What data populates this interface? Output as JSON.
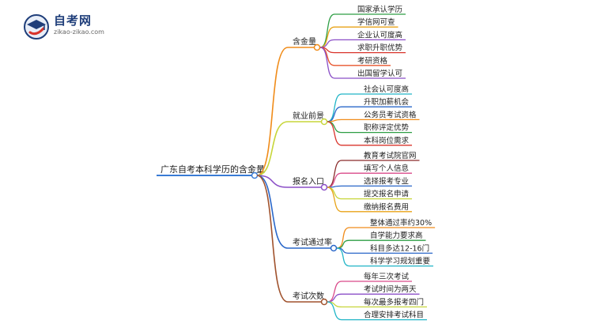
{
  "logo": {
    "title": "自考网",
    "url": "zikao-zikao.com"
  },
  "mindmap": {
    "root": "广东自考本科学历的含金量",
    "branches": [
      {
        "label": "含金量",
        "color": "#f08c1a",
        "children": [
          {
            "label": "国家承认学历",
            "color": "#2e9e44"
          },
          {
            "label": "学信网可查",
            "color": "#e8a317"
          },
          {
            "label": "企业认可度高",
            "color": "#8b4fc7"
          },
          {
            "label": "求职升职优势",
            "color": "#d9342b"
          },
          {
            "label": "考研资格",
            "color": "#e8542c"
          },
          {
            "label": "出国留学认可",
            "color": "#8b4fc7"
          }
        ]
      },
      {
        "label": "就业前景",
        "color": "#c7d63a",
        "children": [
          {
            "label": "社会认可度高",
            "color": "#21b5c7"
          },
          {
            "label": "升职加薪机会",
            "color": "#2a67c9"
          },
          {
            "label": "公务员考试资格",
            "color": "#f08c1a"
          },
          {
            "label": "职称评定优势",
            "color": "#2e9e44"
          },
          {
            "label": "本科岗位需求",
            "color": "#d9342b"
          }
        ]
      },
      {
        "label": "报名入口",
        "color": "#8b4fc7",
        "children": [
          {
            "label": "教育考试院官网",
            "color": "#8a2b2b"
          },
          {
            "label": "填写个人信息",
            "color": "#d94a8a"
          },
          {
            "label": "选择报考专业",
            "color": "#2a67c9"
          },
          {
            "label": "提交报名申请",
            "color": "#c7d63a"
          },
          {
            "label": "缴纳报名费用",
            "color": "#e8a317"
          }
        ]
      },
      {
        "label": "考试通过率",
        "color": "#2a67c9",
        "children": [
          {
            "label": "整体通过率约30%",
            "color": "#f08c1a"
          },
          {
            "label": "自学能力要求高",
            "color": "#2e9e44"
          },
          {
            "label": "科目多达12-16门",
            "color": "#2a67c9"
          },
          {
            "label": "科学学习规划重要",
            "color": "#21b5c7"
          }
        ]
      },
      {
        "label": "考试次数",
        "color": "#a0522d",
        "children": [
          {
            "label": "每年三次考试",
            "color": "#d94a8a"
          },
          {
            "label": "考试时间为两天",
            "color": "#8b4fc7"
          },
          {
            "label": "每次最多报考四门",
            "color": "#c7d63a"
          },
          {
            "label": "合理安排考试科目",
            "color": "#21b5c7"
          }
        ]
      }
    ]
  },
  "colors": {
    "root_underline": "#3a7bd5",
    "logo_blue": "#1f3e7a",
    "logo_red": "#d9342b"
  }
}
